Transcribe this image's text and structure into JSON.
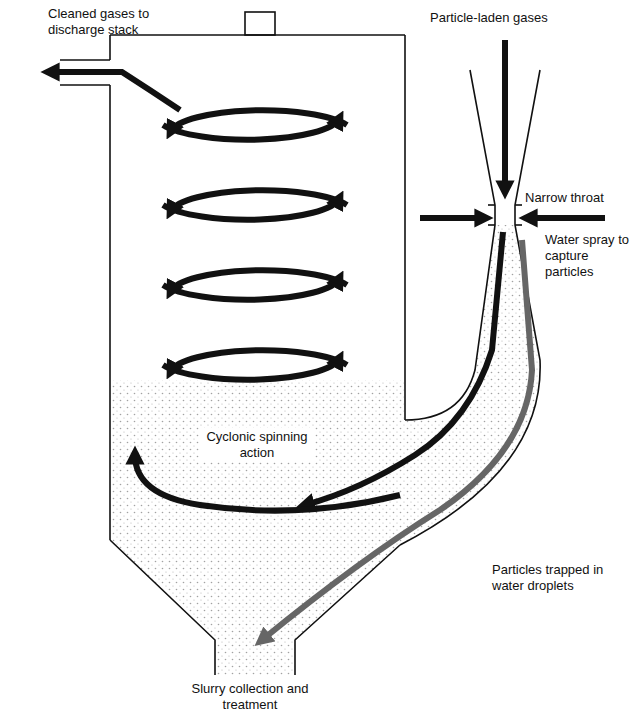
{
  "diagram": {
    "labels": [
      "Cleaned gases to discharge stack",
      "Particle-laden gases",
      "Narrow throat",
      "Water spray to capture particles",
      "Cyclonic spinning action",
      "Particles trapped in water droplets",
      "Slurry collection and treatment"
    ]
  }
}
